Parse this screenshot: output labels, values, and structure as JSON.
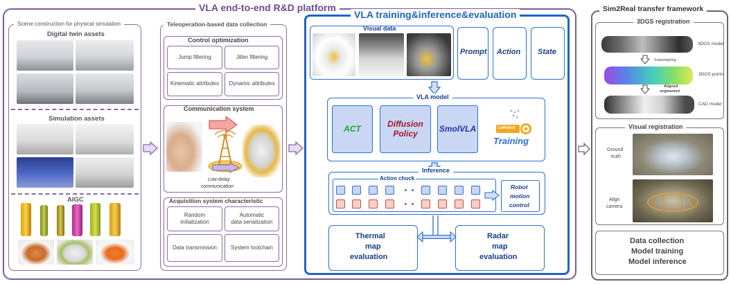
{
  "platform_title": "VLA end-to-end R&D platform",
  "scene": {
    "title": "Scene construction for physical simulation",
    "digital_twin": "Digital twin assets",
    "simulation": "Simulation assets",
    "aigc": "AIGC"
  },
  "teleop": {
    "title": "Teleoperation-based data collection",
    "control": {
      "title": "Control optimization",
      "items": [
        "Jump filtering",
        "Jitter filtering",
        "Kinematic attributes",
        "Dynamic attributes"
      ]
    },
    "communication": {
      "title": "Communication system",
      "caption_line1": "Low-delay",
      "caption_line2": "communication"
    },
    "acquisition": {
      "title": "Acquisition system characteristic",
      "items": [
        {
          "line1": "Random",
          "line2": "initialization"
        },
        {
          "line1": "Automatic",
          "line2": "data serialization"
        },
        {
          "line1": "Data transmission",
          "line2": ""
        },
        {
          "line1": "System toolchain",
          "line2": ""
        }
      ]
    }
  },
  "vla": {
    "title": "VLA training&inference&evaluation",
    "visual_data": "Visual data",
    "prompt": "Prompt",
    "action": "Action",
    "state": "State",
    "model_title": "VLA model",
    "models": [
      {
        "line1": "ACT",
        "line2": "",
        "color": "#22a02e"
      },
      {
        "line1": "Diffusion",
        "line2": "Policy",
        "color": "#a3162a"
      },
      {
        "line1": "SmolVLA",
        "line2": "",
        "color": "#2234a8"
      }
    ],
    "lerobot_label": "LeRobot",
    "training": "Training",
    "inference": "Inference",
    "action_chunk": "Action chuck",
    "robot_control": {
      "line1": "Robot",
      "line2": "motion",
      "line3": "control"
    },
    "thermal": {
      "line1": "Thermal",
      "line2": "map",
      "line3": "evaluation"
    },
    "radar": {
      "line1": "Radar",
      "line2": "map",
      "line3": "evaluation"
    }
  },
  "sim2real": {
    "title": "Sim2Real transfer framework",
    "gs_title": "3DGS registration",
    "gs_model": "3DGS model",
    "gs_points": "3DGS points",
    "subsampling": "Subsampling",
    "aligned_line1": "Aligned",
    "aligned_line2": "segmented",
    "cad": "CAD model",
    "visual_title": "Visual registration",
    "ground_line1": "Ground",
    "ground_line2": "truth",
    "align_line1": "Align",
    "align_line2": "camera",
    "bottom": [
      "Data collection",
      "Model training",
      "Model inference"
    ]
  },
  "colors": {
    "purple": "#7b5a9a",
    "blue": "#1f63c9",
    "navy": "#1a3f8a",
    "gray": "#666666"
  }
}
